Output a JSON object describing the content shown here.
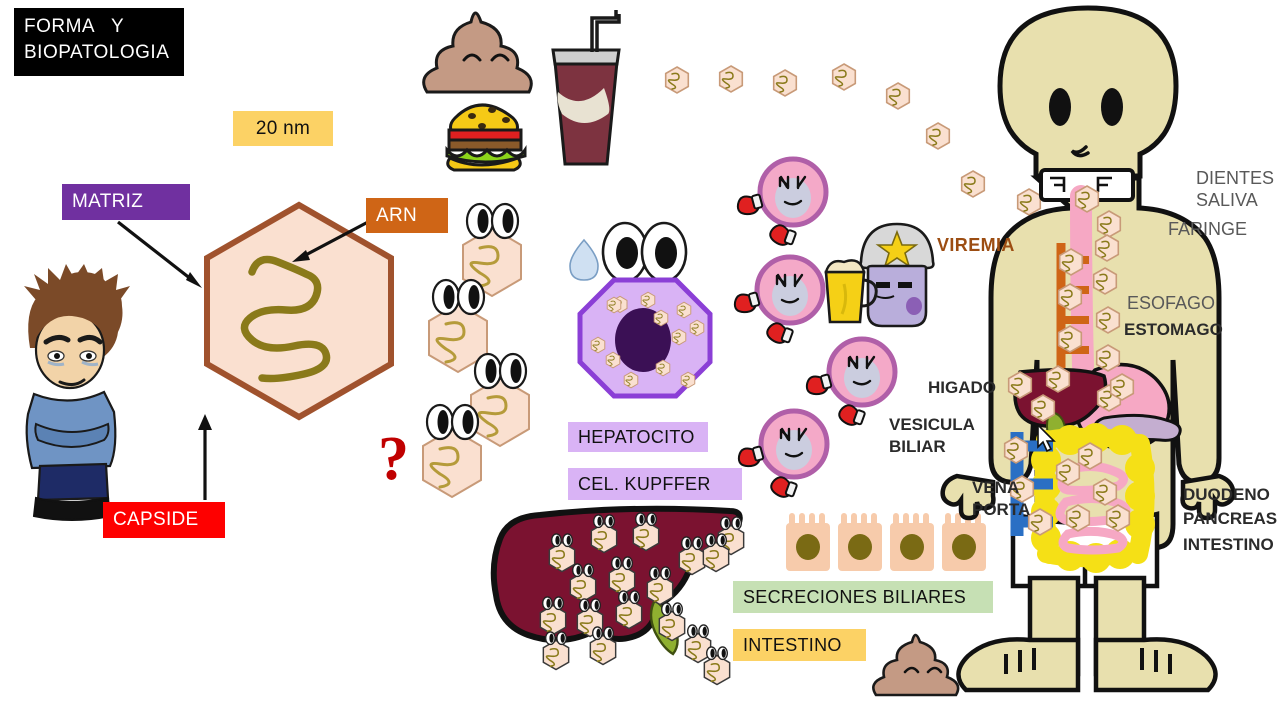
{
  "title": {
    "line1": "FORMA   Y",
    "line2": "BIOPATOLOGIA"
  },
  "virus_callouts": {
    "size_label": "20 nm",
    "matriz": "MATRIZ",
    "arn": "ARN",
    "capside": "CAPSIDE",
    "question": "?"
  },
  "cell_labels": {
    "hepatocito": "HEPATOCITO",
    "cel_kupffer": "CEL. KUPFFER",
    "secreciones_biliares": "SECRECIONES BILIARES",
    "intestino": "INTESTINO"
  },
  "body_labels": {
    "viremia": "VIREMIA",
    "dientes": "DIENTES",
    "saliva": "SALIVA",
    "faringe": "FARINGE",
    "esofago": "ESOFAGO",
    "estomago": "ESTOMAGO",
    "higado": "HIGADO",
    "vesicula": "VESICULA",
    "biliar": "BILIAR",
    "vena": "VENA",
    "porta": "PORTA",
    "duodeno": "DUODENO",
    "pancreas": "PANCREAS",
    "intestino": "INTESTINO"
  },
  "icons": {
    "boy": "angry-boy-character",
    "poop_top": "poop-emoji",
    "burger": "hamburger-icon",
    "soda": "soda-cup-icon",
    "waterdrop": "water-drop-icon",
    "hepatocyte": "hepatocyte-cell",
    "kupffer": "kupffer-cell",
    "soldier": "soldier-beer-character",
    "liver": "liver-organ",
    "enterocytes": "intestinal-epithelial-cells",
    "poop_bottom": "poop-emoji",
    "human": "human-body-figure",
    "cursor": "mouse-cursor"
  },
  "colors": {
    "capsid_border": "#a0522d",
    "capsid_fill": "#fae0d0",
    "rna": "#8a7a1a",
    "matriz_chip": "#7030a0",
    "arn_chip": "#cf6516",
    "capside_chip": "#fe0000",
    "nm_chip": "#fcd265",
    "lilac_chip": "#d9b3f5",
    "green_chip": "#c6e0b4",
    "liver": "#7b1230",
    "kupffer": "#f4a9c8",
    "body_skin": "#e8e0ae",
    "viremia_text": "#9c4d12",
    "question_mark": "#c00000"
  }
}
